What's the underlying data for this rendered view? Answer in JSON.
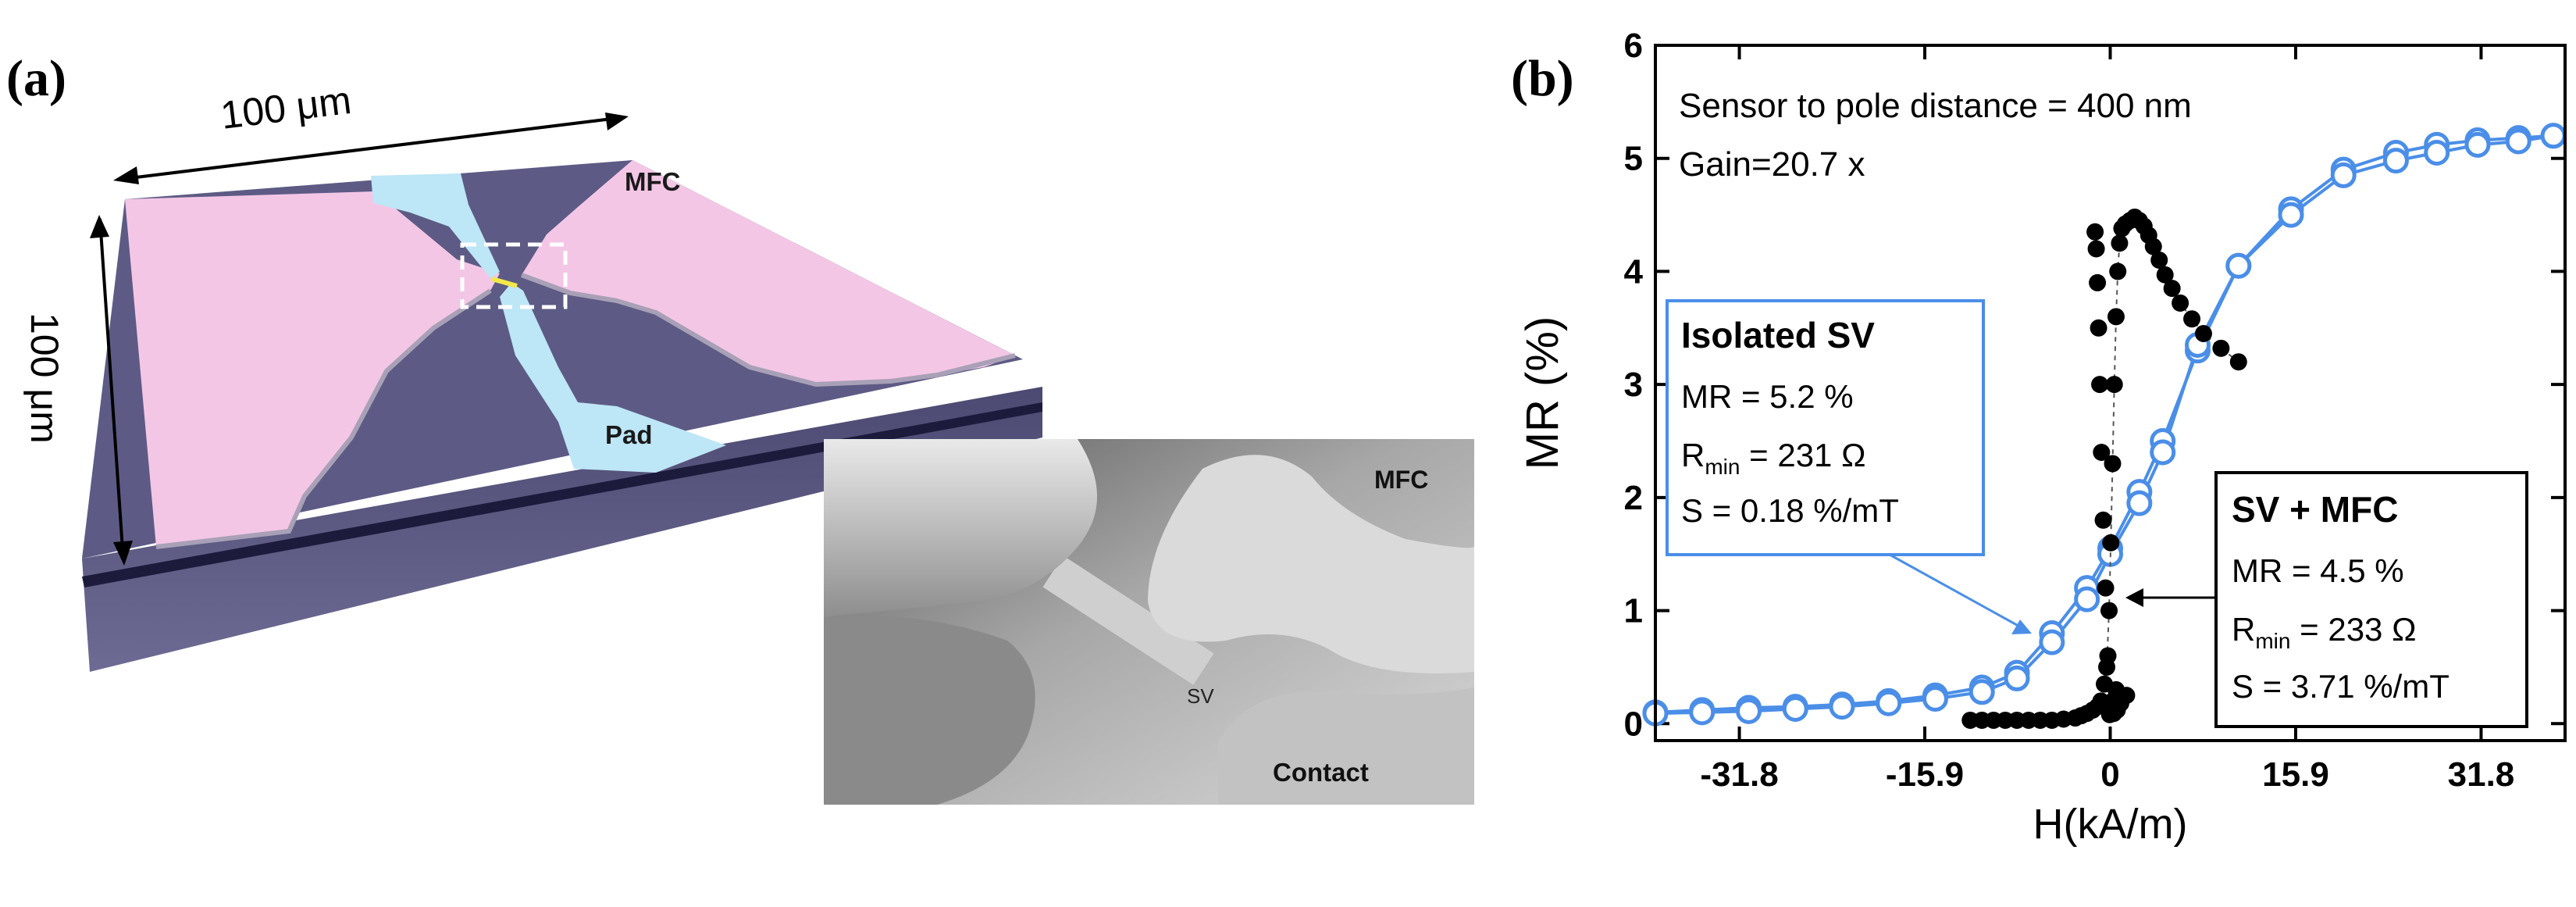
{
  "panel_a": {
    "label": "(a)",
    "dim_top": "100 μm",
    "dim_side": "100 μm",
    "label_mfc": "MFC",
    "label_pad": "Pad",
    "inset": {
      "label_mfc": "MFC",
      "label_sv": "SV",
      "label_contact": "Contact"
    }
  },
  "panel_b": {
    "label": "(b)",
    "annotation_line1": "Sensor to pole distance = 400 nm",
    "annotation_line2": "Gain=20.7 x",
    "box_isolated": {
      "title": "Isolated SV",
      "mr": "MR = 5.2 %",
      "r_prefix": "R",
      "r_sub": "min",
      "r_value": " = 231 Ω",
      "s": "S = 0.18 %/mT"
    },
    "box_mfc": {
      "title": "SV + MFC",
      "mr": "MR = 4.5 %",
      "r_prefix": "R",
      "r_sub": "min",
      "r_value": " = 233 Ω",
      "s": "S = 3.71 %/mT"
    }
  },
  "colors": {
    "isolated": "#4a8ee8",
    "mfc": "#000000",
    "pink": "#f4c6e6",
    "substrate": "#5b5a80",
    "pad": "#bde6f6"
  },
  "chart_data": {
    "type": "scatter",
    "xlabel": "H(kA/m)",
    "ylabel": "MR (%)",
    "xlim": [
      -39,
      39
    ],
    "ylim": [
      -0.15,
      6
    ],
    "xticks": [
      -31.8,
      -15.9,
      0,
      15.9,
      31.8
    ],
    "xtick_labels": [
      "-31.8",
      "-15.9",
      "0",
      "15.9",
      "31.8"
    ],
    "yticks": [
      0,
      1,
      2,
      3,
      4,
      5,
      6
    ],
    "ytick_labels": [
      "0",
      "1",
      "2",
      "3",
      "4",
      "5",
      "6"
    ],
    "series": [
      {
        "name": "Isolated SV",
        "marker": "open-circle",
        "color": "#4a8ee8",
        "sweeps": [
          {
            "x": [
              -39,
              -35,
              -31,
              -27,
              -23,
              -19,
              -15,
              -11,
              -8,
              -5,
              -2,
              0,
              2.5,
              4.5,
              7.5,
              11,
              15.5,
              20,
              24.5,
              28,
              31.5,
              35,
              38
            ],
            "y": [
              0.1,
              0.12,
              0.14,
              0.15,
              0.17,
              0.2,
              0.25,
              0.32,
              0.45,
              0.8,
              1.2,
              1.55,
              2.05,
              2.5,
              3.3,
              4.05,
              4.55,
              4.9,
              5.05,
              5.12,
              5.16,
              5.18,
              5.2
            ]
          },
          {
            "x": [
              38,
              35,
              31.5,
              28,
              24.5,
              20,
              15.5,
              11,
              7.5,
              4.5,
              2.5,
              0,
              -2,
              -5,
              -8,
              -11,
              -15,
              -19,
              -23,
              -27,
              -31,
              -35,
              -39
            ],
            "y": [
              5.2,
              5.15,
              5.12,
              5.05,
              4.98,
              4.85,
              4.5,
              4.05,
              3.35,
              2.4,
              1.95,
              1.5,
              1.1,
              0.72,
              0.4,
              0.28,
              0.22,
              0.18,
              0.15,
              0.13,
              0.11,
              0.1,
              0.09
            ]
          }
        ]
      },
      {
        "name": "SV + MFC",
        "marker": "filled-circle",
        "color": "#000000",
        "points": [
          [
            -12,
            0.03
          ],
          [
            -11,
            0.03
          ],
          [
            -10,
            0.03
          ],
          [
            -9,
            0.03
          ],
          [
            -8,
            0.03
          ],
          [
            -7,
            0.03
          ],
          [
            -6,
            0.03
          ],
          [
            -5,
            0.03
          ],
          [
            -4,
            0.04
          ],
          [
            -3,
            0.05
          ],
          [
            -2.5,
            0.07
          ],
          [
            -2,
            0.09
          ],
          [
            -1.5,
            0.12
          ],
          [
            -1.1,
            0.15
          ],
          [
            -0.8,
            0.2
          ],
          [
            -0.5,
            0.35
          ],
          [
            -0.3,
            0.5
          ],
          [
            -0.1,
            1.0
          ],
          [
            0.05,
            1.6
          ],
          [
            0.2,
            2.3
          ],
          [
            0.35,
            3.0
          ],
          [
            0.5,
            3.6
          ],
          [
            0.65,
            4.0
          ],
          [
            0.8,
            4.25
          ],
          [
            1.0,
            4.38
          ],
          [
            1.3,
            4.42
          ],
          [
            1.7,
            4.45
          ],
          [
            2.1,
            4.48
          ],
          [
            2.5,
            4.45
          ],
          [
            2.9,
            4.4
          ],
          [
            3.3,
            4.32
          ],
          [
            3.7,
            4.22
          ],
          [
            4.2,
            4.1
          ],
          [
            4.7,
            3.97
          ],
          [
            5.3,
            3.85
          ],
          [
            6.0,
            3.72
          ],
          [
            7.0,
            3.58
          ],
          [
            8.0,
            3.45
          ],
          [
            9.5,
            3.32
          ],
          [
            11.0,
            3.2
          ],
          [
            -0.2,
            0.6
          ],
          [
            -0.4,
            1.2
          ],
          [
            -0.6,
            1.8
          ],
          [
            -0.75,
            2.4
          ],
          [
            -0.9,
            3.0
          ],
          [
            -1.0,
            3.5
          ],
          [
            -1.1,
            3.9
          ],
          [
            -1.2,
            4.2
          ],
          [
            -1.3,
            4.35
          ],
          [
            0.9,
            0.18
          ],
          [
            0.6,
            0.12
          ],
          [
            0.3,
            0.09
          ],
          [
            1.4,
            0.25
          ],
          [
            0.5,
            0.3
          ],
          [
            0.2,
            0.2
          ],
          [
            -0.05,
            0.08
          ]
        ]
      }
    ]
  }
}
